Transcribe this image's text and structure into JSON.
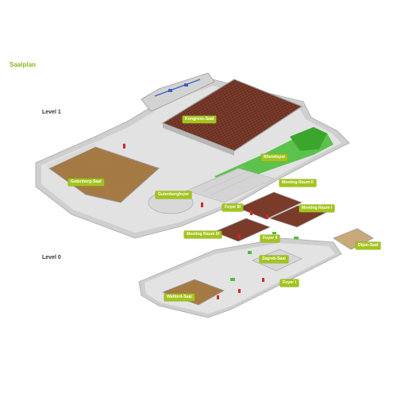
{
  "page": {
    "title": "Saalplan"
  },
  "levels": [
    {
      "label": "Level 1"
    },
    {
      "label": "Level 0"
    }
  ],
  "rooms": [
    {
      "label": "Kongress-Saal"
    },
    {
      "label": "Rheinfoyer"
    },
    {
      "label": "Gutenberg-Saal"
    },
    {
      "label": "Gutenbergfoyer"
    },
    {
      "label": "Meeting Raum II"
    },
    {
      "label": "Foyer III"
    },
    {
      "label": "Meeting Raum I"
    },
    {
      "label": "Meeting Raum III"
    },
    {
      "label": "Foyer II"
    },
    {
      "label": "Dijon-Saal"
    },
    {
      "label": "Zagreb-Saal"
    },
    {
      "label": "Foyer I"
    },
    {
      "label": "Watford-Saal"
    }
  ],
  "colors": {
    "label_bg": "#a3c41d",
    "wall": "#d7d7d7",
    "floor": "#bdbdbd",
    "hall_floor": "#7a3b2a",
    "wood_floor": "#a77b45",
    "green_zone": "#4fbf3d",
    "door_red": "#d6262b",
    "accent_blue": "#3d5fc4"
  }
}
